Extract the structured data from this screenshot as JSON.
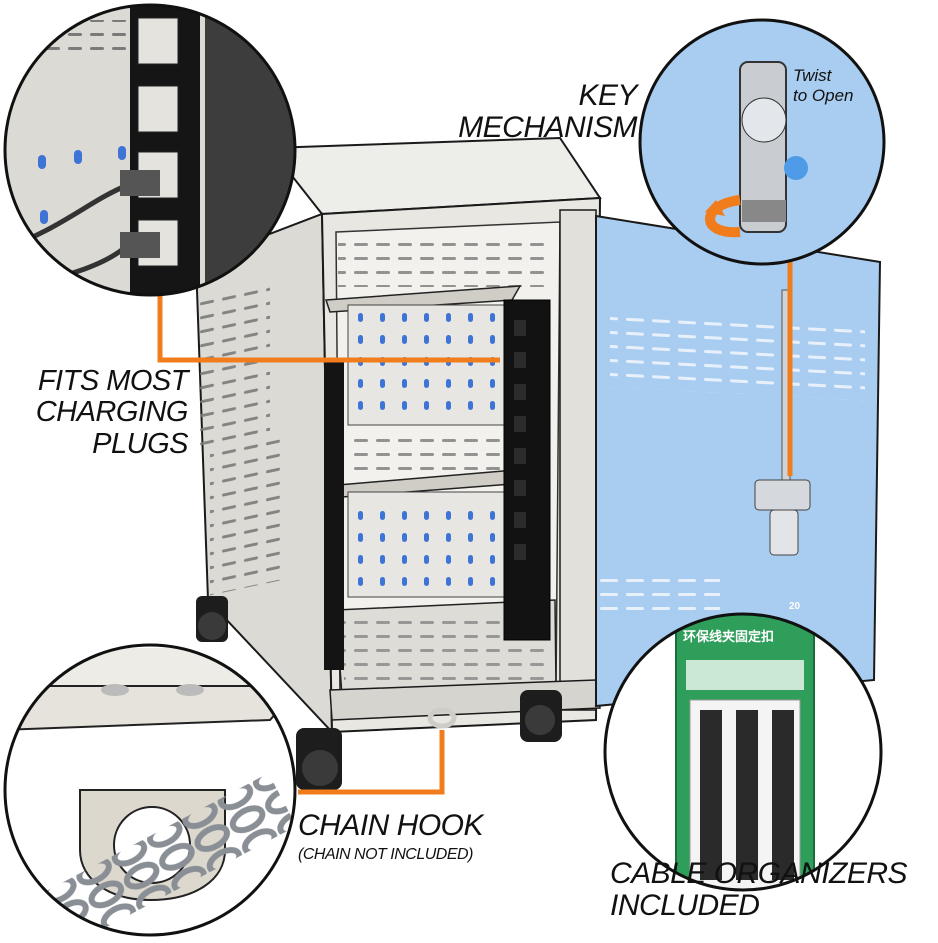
{
  "callouts": {
    "key_mechanism": "KEY\nMECHANISM",
    "twist_to_open": "Twist\nto Open",
    "fits_plugs": "FITS MOST\nCHARGING\nPLUGS",
    "chain_hook": "CHAIN HOOK",
    "chain_note": "(CHAIN NOT INCLUDED)",
    "cable_organizers": "CABLE ORGANIZERS\nINCLUDED"
  },
  "package": {
    "title": "环保线夹固定扣",
    "count_badge": "20"
  },
  "colors": {
    "cabinet": "#e6e4de",
    "door": "#a9cdf0",
    "accent_line": "#f07c1b",
    "outline": "#1a1a1a",
    "package_green": "#2f9e5a"
  }
}
